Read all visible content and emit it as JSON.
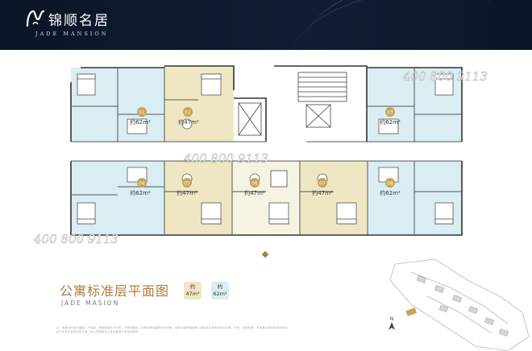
{
  "header": {
    "brand_cn": "锦顺名居",
    "brand_en": "JADE MANSION"
  },
  "plan": {
    "watermark": "400 800 9113",
    "units": [
      {
        "no": "01",
        "area": "约62m²",
        "type": "62"
      },
      {
        "no": "02",
        "area": "约47m²",
        "type": "47"
      },
      {
        "no": "03",
        "area": "约62m²",
        "type": "62"
      },
      {
        "no": "04",
        "area": "约62m²",
        "type": "62"
      },
      {
        "no": "05",
        "area": "约47m²",
        "type": "47"
      },
      {
        "no": "06",
        "area": "约47m²",
        "type": "47"
      },
      {
        "no": "07",
        "area": "约47m²",
        "type": "47"
      },
      {
        "no": "08",
        "area": "约62m²",
        "type": "62"
      }
    ]
  },
  "caption": {
    "title_cn": "公寓标准层平面图",
    "title_en": "JADE MASION"
  },
  "legend": [
    {
      "label": "约",
      "value": "47m²",
      "color": "#efe7c4"
    },
    {
      "label": "约",
      "value": "62m²",
      "color": "#d9edf3"
    }
  ],
  "footnote": "注：本楼书中的平面图、户型图、效果图等仅为示意，不构成要约。本楼书所载面积均为约数，最终以政府相关部门审批及买卖合同约定为准。户型、装修标准、景观等以政府批准的规划设计文件及合同约定为准，本公司保留对上述内容进行修改的权利。",
  "sitemap": {
    "north_label": "N"
  },
  "colors": {
    "gold": "#b07a3a",
    "unit_small": "#efe7c4",
    "unit_large": "#d9edf3",
    "header_bg": "#0e1a2e"
  }
}
